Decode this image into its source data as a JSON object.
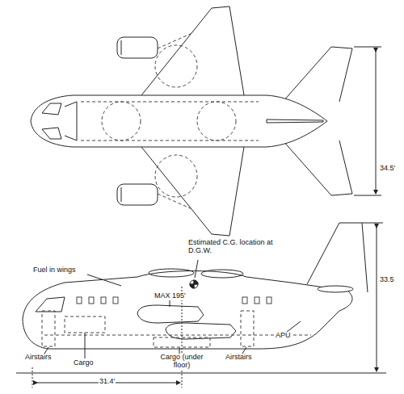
{
  "diagram": {
    "labels": [
      "34.5'",
      "Estimated C.G. location at D.G.W.",
      "Fuel in wings",
      "MAX 195'",
      "33.5",
      "APU",
      "Airstairs",
      "Cargo",
      "Cargo (under floor)",
      "Airstairs",
      "31.4'"
    ]
  }
}
